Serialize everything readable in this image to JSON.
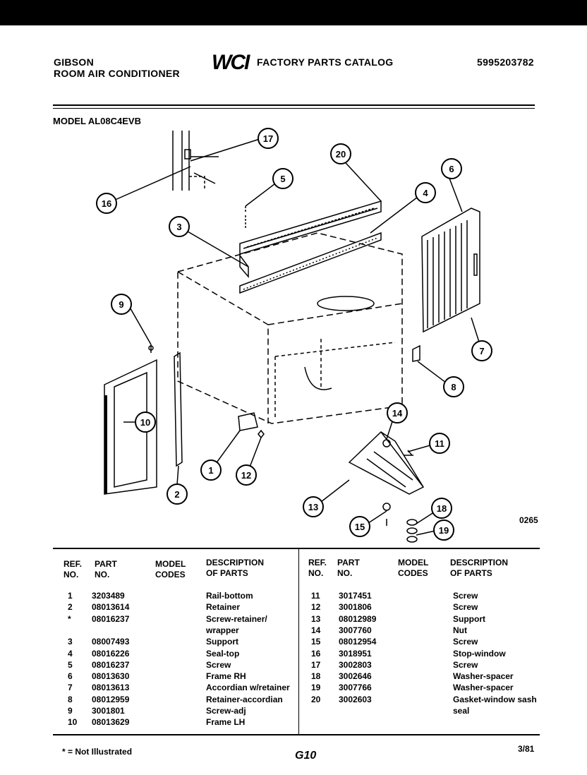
{
  "header": {
    "brand": "GIBSON",
    "product": "ROOM AIR CONDITIONER",
    "logo": "WCI",
    "catalog_title": "FACTORY PARTS CATALOG",
    "catalog_number": "5995203782",
    "model_label": "MODEL AL08C4EVB"
  },
  "diagram": {
    "drawing_code": "0265",
    "callouts": [
      "1",
      "2",
      "3",
      "4",
      "5",
      "6",
      "7",
      "8",
      "9",
      "10",
      "11",
      "12",
      "13",
      "14",
      "15",
      "16",
      "17",
      "18",
      "19",
      "20"
    ]
  },
  "table": {
    "headers": {
      "ref": "REF.\nNO.",
      "part": "PART\nNO.",
      "model": "MODEL\nCODES",
      "desc": "DESCRIPTION\nOF PARTS"
    },
    "left_rows": [
      {
        "ref": "1",
        "part": "3203489",
        "desc": "Rail-bottom"
      },
      {
        "ref": "2",
        "part": "08013614",
        "desc": "Retainer"
      },
      {
        "ref": "*",
        "part": "08016237",
        "desc": "Screw-retainer/"
      },
      {
        "ref": "",
        "part": "",
        "desc": "wrapper"
      },
      {
        "ref": "3",
        "part": "08007493",
        "desc": "Support"
      },
      {
        "ref": "4",
        "part": "08016226",
        "desc": "Seal-top"
      },
      {
        "ref": "5",
        "part": "08016237",
        "desc": "Screw"
      },
      {
        "ref": "6",
        "part": "08013630",
        "desc": "Frame RH"
      },
      {
        "ref": "7",
        "part": "08013613",
        "desc": "Accordian w/retainer"
      },
      {
        "ref": "8",
        "part": "08012959",
        "desc": "Retainer-accordian"
      },
      {
        "ref": "9",
        "part": "3001801",
        "desc": "Screw-adj"
      },
      {
        "ref": "10",
        "part": "08013629",
        "desc": "Frame LH"
      }
    ],
    "right_rows": [
      {
        "ref": "11",
        "part": "3017451",
        "desc": "Screw"
      },
      {
        "ref": "12",
        "part": "3001806",
        "desc": "Screw"
      },
      {
        "ref": "13",
        "part": "08012989",
        "desc": "Support"
      },
      {
        "ref": "14",
        "part": "3007760",
        "desc": "Nut"
      },
      {
        "ref": "15",
        "part": "08012954",
        "desc": "Screw"
      },
      {
        "ref": "16",
        "part": "3018951",
        "desc": "Stop-window"
      },
      {
        "ref": "17",
        "part": "3002803",
        "desc": "Screw"
      },
      {
        "ref": "18",
        "part": "3002646",
        "desc": "Washer-spacer"
      },
      {
        "ref": "19",
        "part": "3007766",
        "desc": "Washer-spacer"
      },
      {
        "ref": "20",
        "part": "3002603",
        "desc": "Gasket-window sash"
      },
      {
        "ref": "",
        "part": "",
        "desc": "seal"
      }
    ]
  },
  "footer": {
    "footnote": "* = Not Illustrated",
    "page_code": "G10",
    "date": "3/81"
  }
}
